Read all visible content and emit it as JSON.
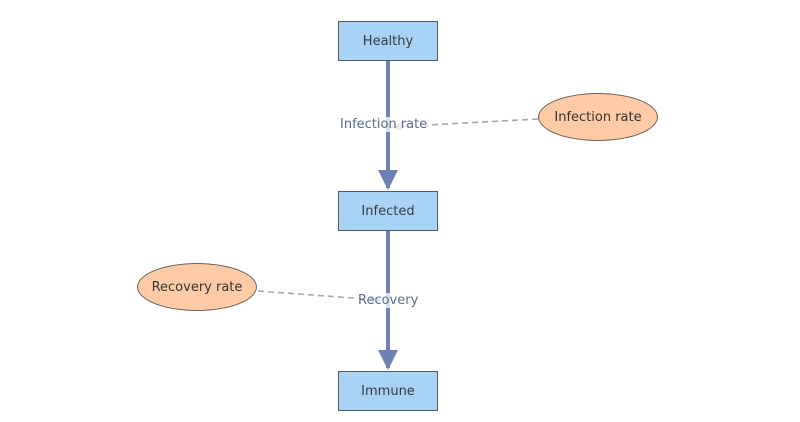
{
  "colors": {
    "stock_fill": "#a8d3f5",
    "stock_border": "#4f5a68",
    "param_fill": "#ffcba6",
    "param_border": "#6b5f55",
    "flow_color": "#6c82b4",
    "link_color": "#a8a8a8",
    "label_color": "#5a6b8c"
  },
  "stocks": {
    "healthy": "Healthy",
    "infected": "Infected",
    "immune": "Immune"
  },
  "parameters": {
    "infection_rate": "Infection rate",
    "recovery_rate": "Recovery rate"
  },
  "flows": {
    "infection": "Infection rate",
    "recovery": "Recovery"
  }
}
